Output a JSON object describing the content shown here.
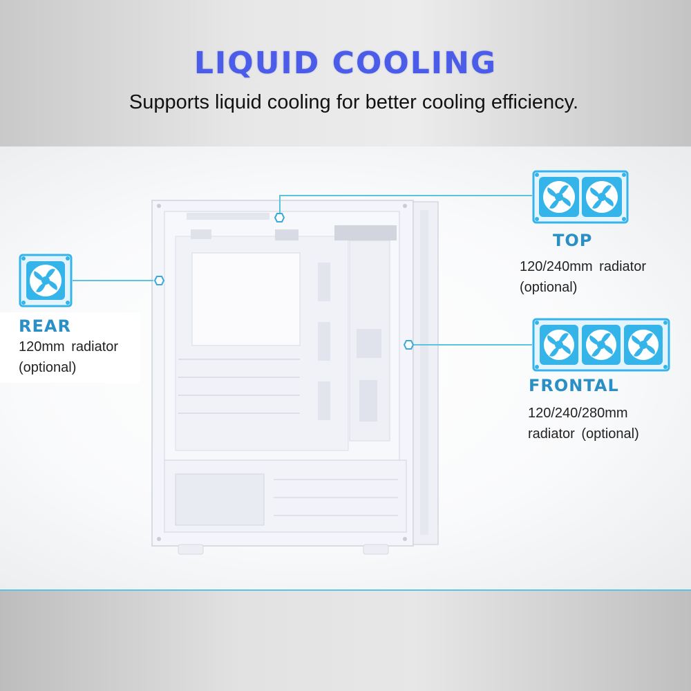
{
  "header": {
    "title": "LIQUID COOLING",
    "subtitle": "Supports liquid cooling for better cooling efficiency."
  },
  "rear": {
    "label": "REAR",
    "line1": "120mm  radiator",
    "line2": "(optional)",
    "fan_count": 1
  },
  "top": {
    "label": "TOP",
    "line1": "120/240mm   radiator",
    "line2": "(optional)",
    "fan_count": 2
  },
  "frontal": {
    "label": "FRONTAL",
    "line1": "120/240/280mm",
    "line2": "radiator (optional)",
    "fan_count": 3
  },
  "colors": {
    "title": "#4a5ce8",
    "accent": "#2a8fc4",
    "fan_fill": "#35b4ea",
    "connector_line": "#5bc3dc"
  },
  "icons": [
    "fan-icon",
    "radiator-icon",
    "hexagon-marker-icon"
  ]
}
